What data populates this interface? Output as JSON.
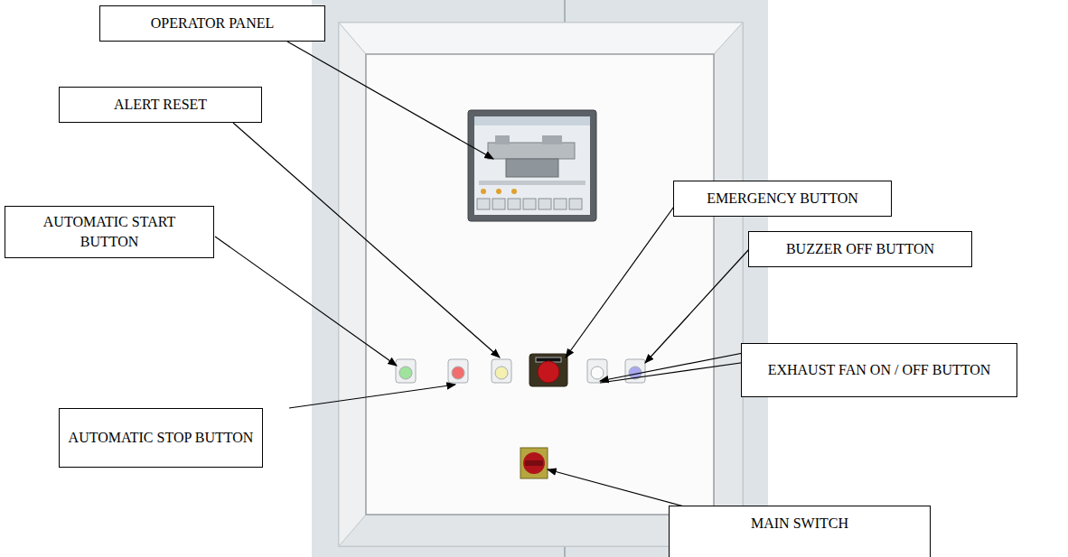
{
  "diagram": {
    "nodes": [
      {
        "text": [
          "OPERATOR PANEL"
        ]
      },
      {
        "text": [
          "ALERT RESET"
        ]
      },
      {
        "text": [
          "EMERGENCY BUTTON"
        ]
      },
      {
        "text": [
          "AUTOMATIC START BUTTON"
        ]
      },
      {
        "text": [
          "BUZZER OFF BUTTON"
        ]
      },
      {
        "text": [
          "EXHAUST FAN ON / OFF BUTTON"
        ]
      },
      {
        "text": [
          "AUTOMATIC STOP BUTTON"
        ]
      },
      {
        "text": [
          "MAIN SWITCH"
        ]
      }
    ]
  }
}
